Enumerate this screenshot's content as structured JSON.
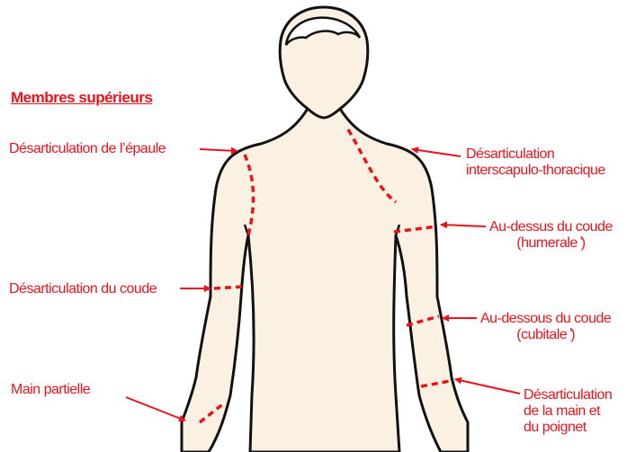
{
  "diagram": {
    "title": "Membres supérieurs",
    "labels": {
      "shoulder": "Désarticulation de l’épaule",
      "interscapulo": [
        "Désarticulation",
        "interscapulo-thoracique"
      ],
      "above_elbow": [
        "Au-dessus du coude",
        "(humerale ̓)"
      ],
      "elbow": "Désarticulation du coude",
      "below_elbow": [
        "Au-dessous du coude",
        "(cubitale ̓)"
      ],
      "partial_hand": "Main partielle",
      "wrist": [
        "Désarticulation",
        "de la main et",
        "du poignet"
      ]
    },
    "colors": {
      "label": "#e8141c",
      "cut_line": "#e8141c",
      "body_fill": "#fbf1e2",
      "outline": "#111111"
    }
  }
}
